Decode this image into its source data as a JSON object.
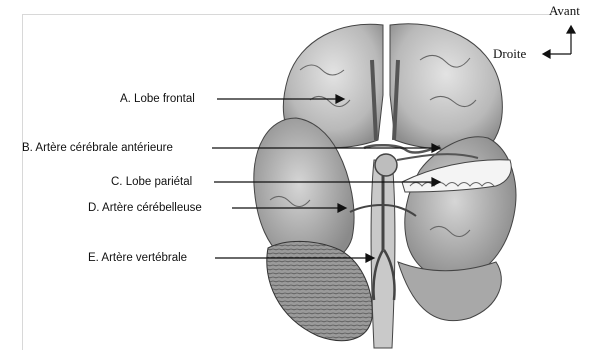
{
  "orientation": {
    "front_label": "Avant",
    "right_label": "Droite"
  },
  "labels": [
    {
      "text": "A. Lobe frontal"
    },
    {
      "text": "B. Artère cérébrale antérieure"
    },
    {
      "text": "C. Lobe pariétal"
    },
    {
      "text": "D. Artère cérébelleuse"
    },
    {
      "text": "E. Artère vertébrale"
    }
  ]
}
